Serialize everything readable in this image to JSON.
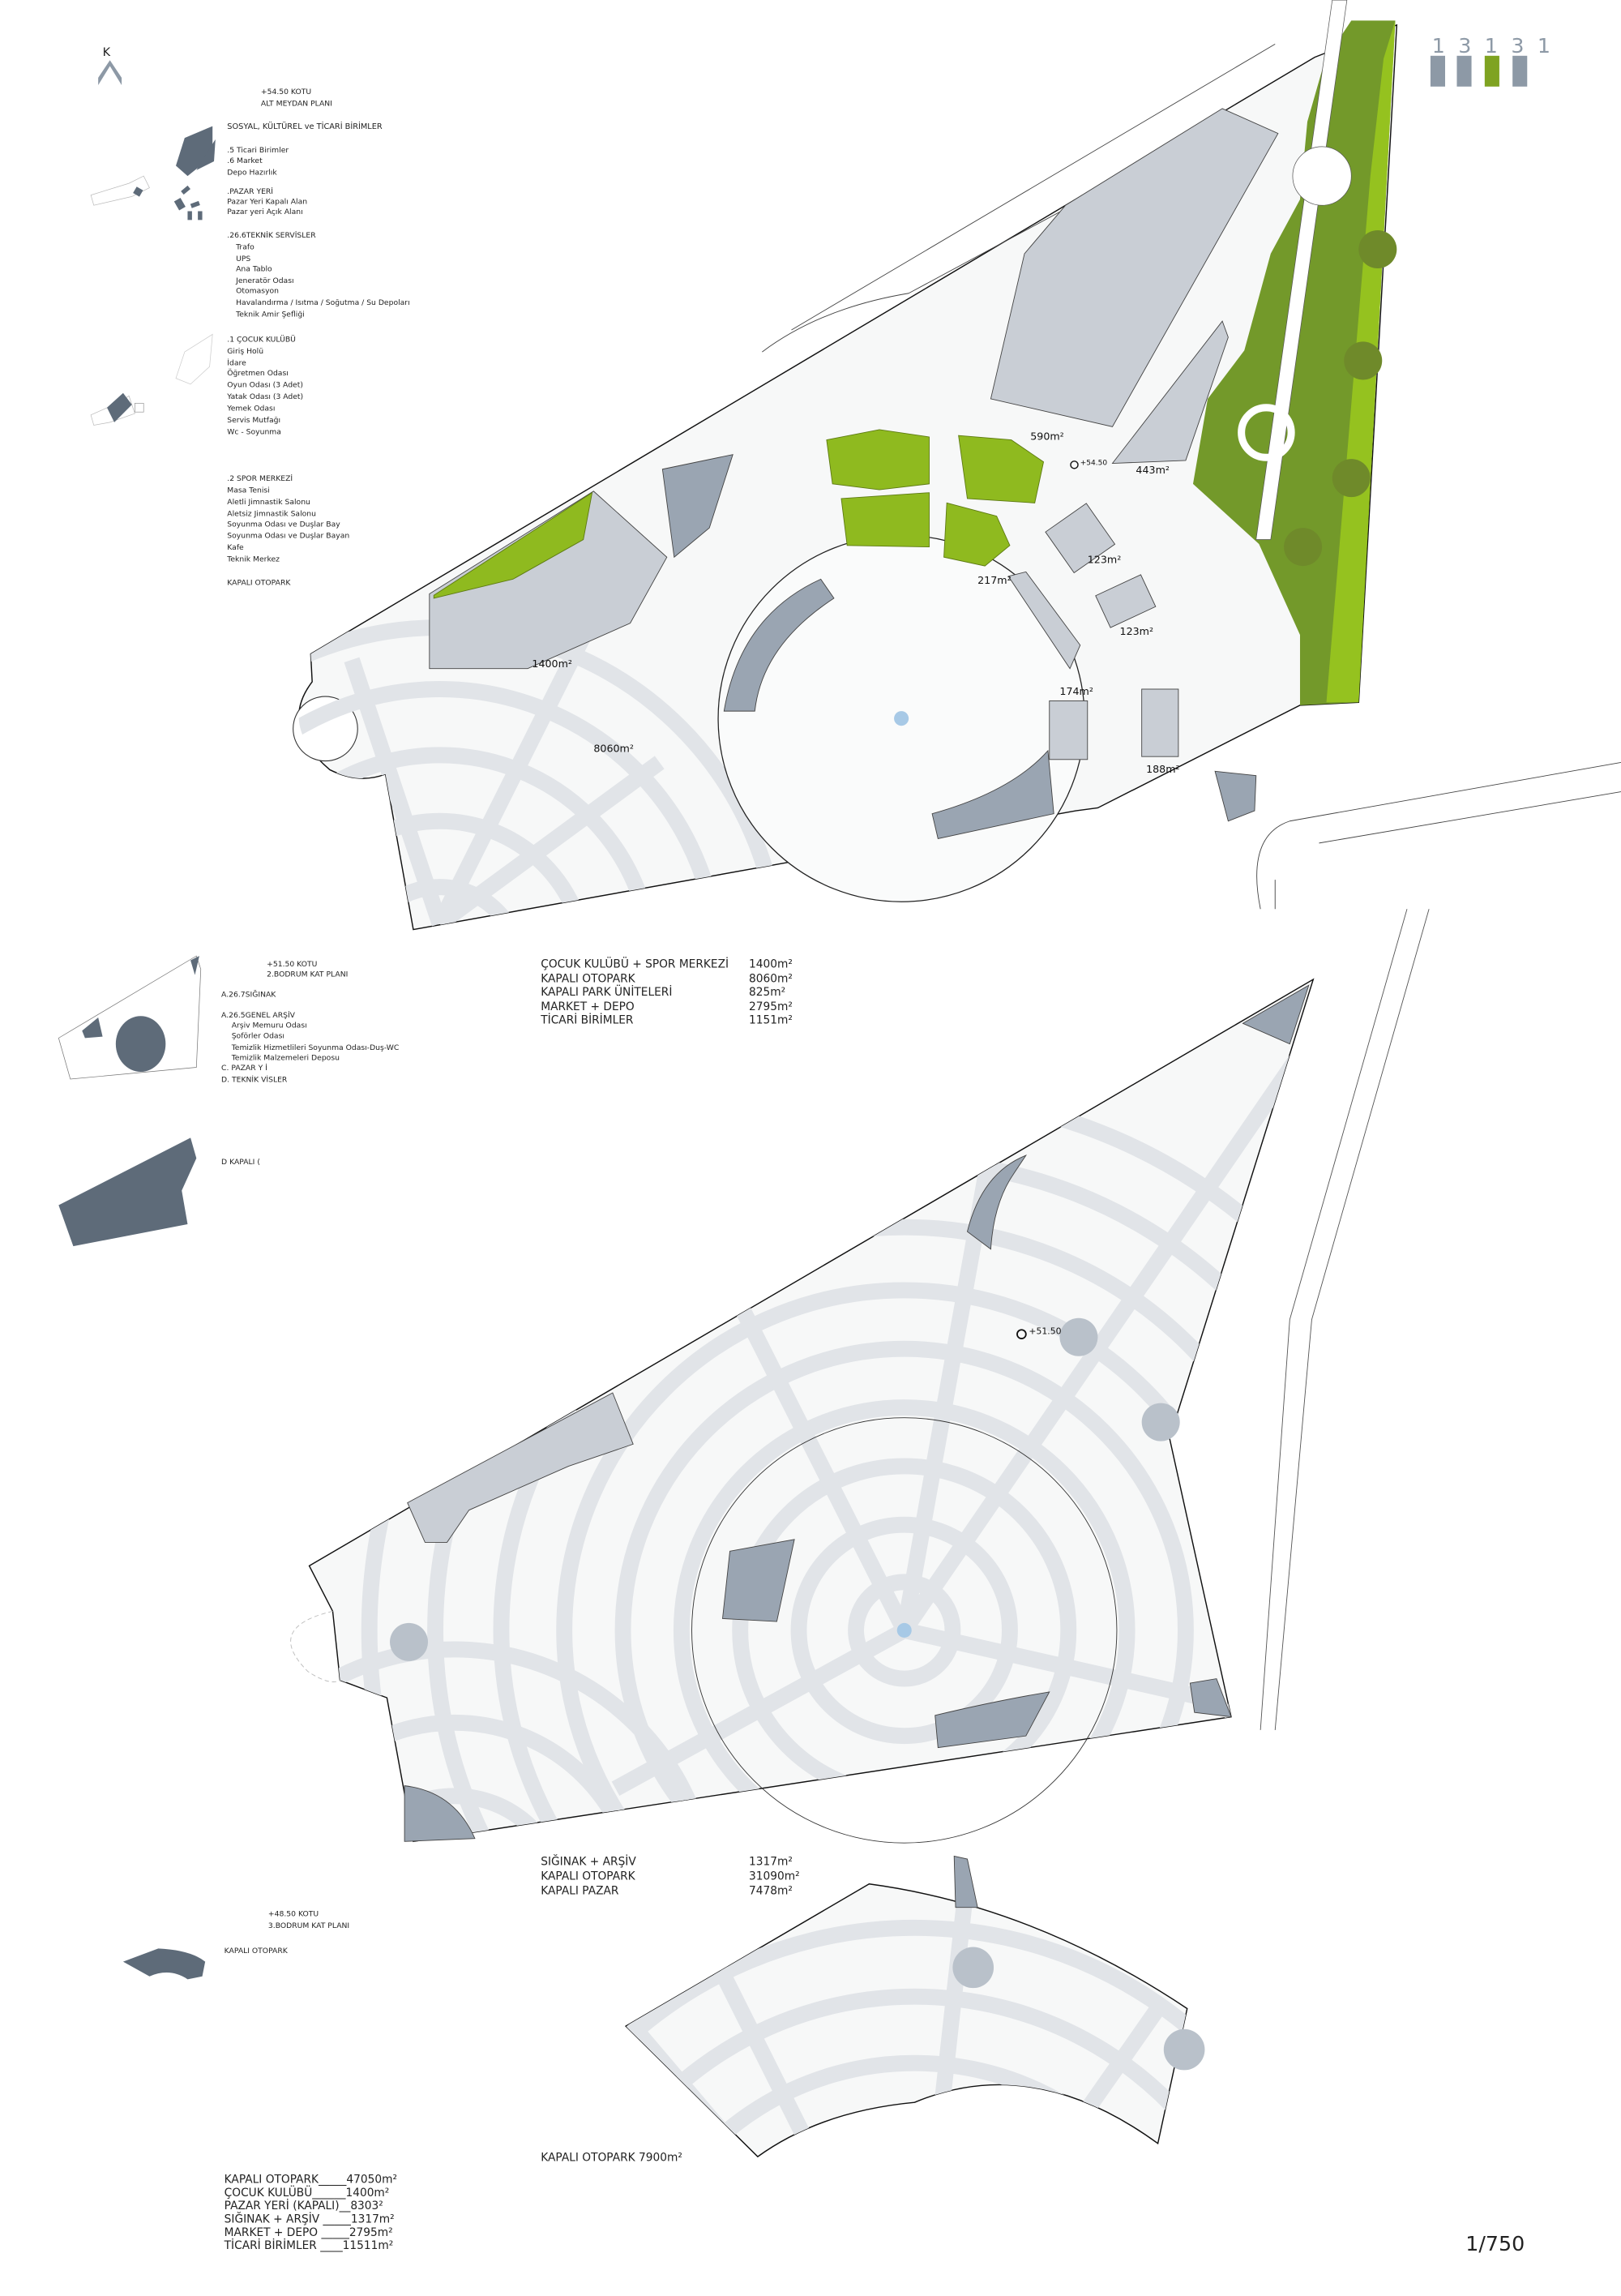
{
  "north": {
    "label": "K"
  },
  "index": {
    "digits": [
      "1",
      "3",
      "1",
      "3",
      "1"
    ],
    "bar_colors": [
      "#8d99a6",
      "#8d99a6",
      "#7fa321",
      "#8d99a6"
    ]
  },
  "legend1": {
    "level": "+54.50 KOTU",
    "plan": "ALT MEYDAN PLANI",
    "heading": "SOSYAL, KÜLTÜREL ve TİCARİ BİRİMLER",
    "commercial": [
      ".5  Ticari Birimler",
      ".6  Market",
      "Depo Hazırlık"
    ],
    "market_heading": ".PAZAR YERİ",
    "market": [
      "Pazar Yeri Kapalı Alan",
      "Pazar yeri Açık Alanı"
    ],
    "tech_heading": ".26.6TEKNİK SERVİSLER",
    "tech": [
      "Trafo",
      "UPS",
      "Ana Tablo",
      "Jeneratör Odası",
      "Otomasyon",
      "Havalandırma / Isıtma / Soğutma / Su Depoları",
      "Teknik Amir Şefliği"
    ],
    "club_heading": ".1  ÇOCUK KULÜBÜ",
    "club": [
      "Giriş Holü",
      "İdare",
      "Öğretmen Odası",
      "Oyun Odası (3 Adet)",
      "Yatak Odası (3 Adet)",
      "Yemek Odası",
      "Servis Mutfağı",
      "Wc - Soyunma"
    ],
    "sport_heading": ".2  SPOR MERKEZİ",
    "sport": [
      "Masa Tenisi",
      "Aletli Jimnastik Salonu",
      "Aletsiz Jimnastik Salonu",
      "Soyunma Odası ve Duşlar Bay",
      "Soyunma Odası ve Duşlar Bayan",
      "Kafe",
      "Teknik Merkez"
    ],
    "parking": "KAPALI OTOPARK"
  },
  "legend2": {
    "level": "+51.50 KOTU",
    "plan": "2.BODRUM KAT PLANI",
    "shelter": "A.26.7SIĞINAK",
    "archive_heading": "A.26.5GENEL ARŞİV",
    "archive": [
      "Arşiv Memuru Odası",
      "Şoförler Odası",
      "Temizlik Hizmetlileri Soyunma Odası-Duş-WC",
      "Temizlik Malzemeleri Deposu"
    ],
    "c": "C. PAZAR Y    İ",
    "d": "D. TEKNİK      VİSLER",
    "d2": "D  KAPALI ("
  },
  "legend3": {
    "level": "+48.50 KOTU",
    "plan": "3.BODRUM KAT PLANI",
    "parking": "KAPALI OTOPARK"
  },
  "table1": [
    {
      "name": "ÇOCUK KULÜBÜ + SPOR MERKEZİ",
      "area": "1400m²"
    },
    {
      "name": "KAPALI OTOPARK",
      "area": "8060m²"
    },
    {
      "name": "KAPALI PARK ÜNİTELERİ",
      "area": "825m²"
    },
    {
      "name": "MARKET + DEPO",
      "area": "2795m²"
    },
    {
      "name": "TİCARİ BİRİMLER",
      "area": "1151m²"
    }
  ],
  "table2": [
    {
      "name": "SIĞINAK + ARŞİV",
      "area": "1317m²"
    },
    {
      "name": "KAPALI OTOPARK",
      "area": "31090m²"
    },
    {
      "name": "KAPALI PAZAR",
      "area": "7478m²"
    }
  ],
  "table3": {
    "label": "KAPALI OTOPARK  7900m²"
  },
  "summary": [
    "KAPALI OTOPARK_____47050m²",
    "ÇOCUK KULÜBÜ______1400m²",
    "PAZAR YERİ (KAPALI)__8303²",
    "SIĞINAK + ARŞİV _____1317m²",
    "MARKET + DEPO _____2795m²",
    "TİCARİ BİRİMLER ____11511m²"
  ],
  "plan_labels": {
    "a590": "590m²",
    "a443": "443m²",
    "lvl1": "+54.50",
    "a123a": "123m²",
    "a217": "217m²",
    "a123b": "123m²",
    "a174": "174m²",
    "a188": "188m²",
    "a1400": "1400m²",
    "a8060": "8060m²",
    "lvl2": "+51.50"
  },
  "scale": "1/750"
}
